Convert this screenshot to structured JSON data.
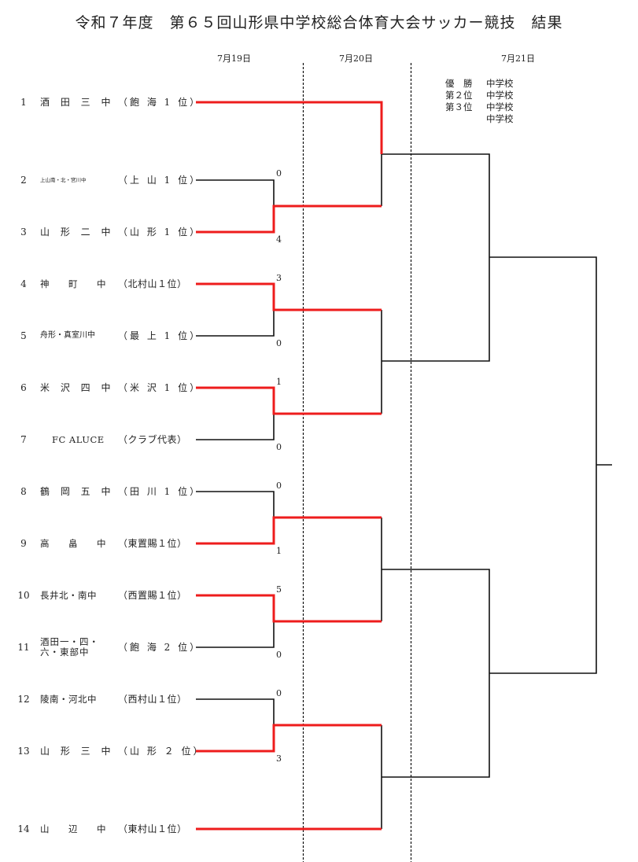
{
  "title": "令和７年度　第６５回山形県中学校総合体育大会サッカー競技　結果",
  "dates": [
    "7月19日",
    "7月20日",
    "7月21日"
  ],
  "results": [
    {
      "label": "優　勝",
      "value": "中学校"
    },
    {
      "label": "第２位",
      "value": "中学校"
    },
    {
      "label": "第３位",
      "value": "中学校"
    },
    {
      "label": "",
      "value": "中学校"
    }
  ],
  "teams": [
    {
      "num": "1",
      "name": "酒 田 三 中",
      "qual": "（飽 海 1 位）"
    },
    {
      "num": "2",
      "name": "上山南・北・宮川中",
      "qual": "（上 山 1 位）"
    },
    {
      "num": "3",
      "name": "山 形 二 中",
      "qual": "（山 形 1 位）"
    },
    {
      "num": "4",
      "name": "神　　町　　中",
      "qual": "（北村山１位）"
    },
    {
      "num": "5",
      "name": "舟形・真室川中",
      "qual": "（最 上 1 位）"
    },
    {
      "num": "6",
      "name": "米 沢 四 中",
      "qual": "（米 沢 1 位）"
    },
    {
      "num": "7",
      "name": "FC ALUCE",
      "qual": "（クラブ代表）"
    },
    {
      "num": "8",
      "name": "鶴 岡 五 中",
      "qual": "（田 川 1 位）"
    },
    {
      "num": "9",
      "name": "高　　畠　　中",
      "qual": "（東置賜１位）"
    },
    {
      "num": "10",
      "name": "長井北・南中",
      "qual": "（西置賜１位）"
    },
    {
      "num": "11",
      "name": "酒田一・四・\n六・東部中",
      "qual": "（飽 海 2 位）"
    },
    {
      "num": "12",
      "name": "陵南・河北中",
      "qual": "（西村山１位）"
    },
    {
      "num": "13",
      "name": "山 形 三 中",
      "qual": "（山 形 ２ 位）"
    },
    {
      "num": "14",
      "name": "山　　辺　　中",
      "qual": "（東村山１位）"
    }
  ],
  "scores": [
    "0",
    "4",
    "3",
    "0",
    "1",
    "0",
    "0",
    "1",
    "5",
    "0",
    "0",
    "3"
  ],
  "colors": {
    "winner_line": "#ee1c1c",
    "line": "#111111",
    "text": "#222222"
  }
}
